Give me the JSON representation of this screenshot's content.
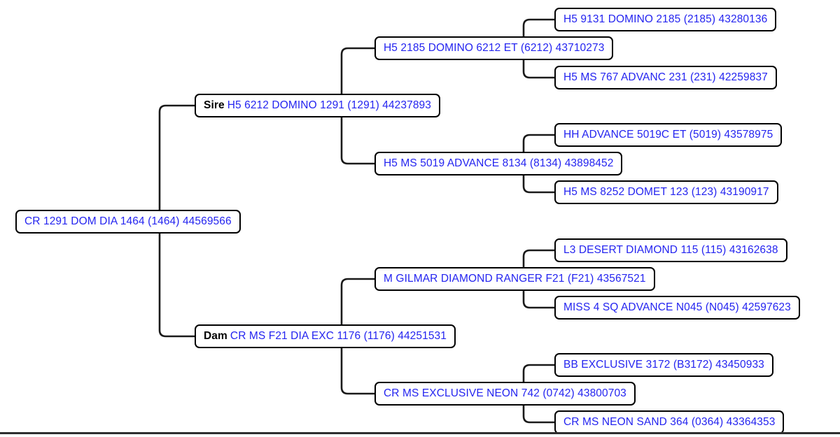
{
  "chart": {
    "type": "pedigree-tree",
    "background_color": "#ffffff",
    "node_border_color": "#000000",
    "node_text_color": "#2424f0",
    "role_text_color": "#000000",
    "connector_color": "#1a1a1a"
  },
  "nodes": {
    "root": {
      "role": "",
      "name": "CR 1291 DOM DIA 1464 (1464) 44569566"
    },
    "sire": {
      "role": "Sire",
      "name": "H5 6212 DOMINO 1291 (1291) 44237893"
    },
    "dam": {
      "role": "Dam",
      "name": "CR MS F21 DIA EXC 1176 (1176) 44251531"
    },
    "sire_sire": {
      "role": "",
      "name": "H5 2185 DOMINO 6212 ET (6212) 43710273"
    },
    "sire_dam": {
      "role": "",
      "name": "H5 MS 5019 ADVANCE 8134 (8134) 43898452"
    },
    "dam_sire": {
      "role": "",
      "name": "M GILMAR DIAMOND RANGER F21 (F21) 43567521"
    },
    "dam_dam": {
      "role": "",
      "name": "CR MS EXCLUSIVE NEON 742 (0742) 43800703"
    },
    "sire_sire_sire": {
      "role": "",
      "name": "H5 9131 DOMINO 2185 (2185) 43280136"
    },
    "sire_sire_dam": {
      "role": "",
      "name": "H5 MS 767 ADVANC 231 (231) 42259837"
    },
    "sire_dam_sire": {
      "role": "",
      "name": "HH ADVANCE 5019C ET (5019) 43578975"
    },
    "sire_dam_dam": {
      "role": "",
      "name": "H5 MS 8252 DOMET 123 (123) 43190917"
    },
    "dam_sire_sire": {
      "role": "",
      "name": "L3 DESERT DIAMOND 115 (115) 43162638"
    },
    "dam_sire_dam": {
      "role": "",
      "name": "MISS 4 SQ ADVANCE N045 (N045) 42597623"
    },
    "dam_dam_sire": {
      "role": "",
      "name": "BB EXCLUSIVE 3172 (B3172) 43450933"
    },
    "dam_dam_dam": {
      "role": "",
      "name": "CR MS NEON SAND 364 (0364) 43364353"
    }
  }
}
